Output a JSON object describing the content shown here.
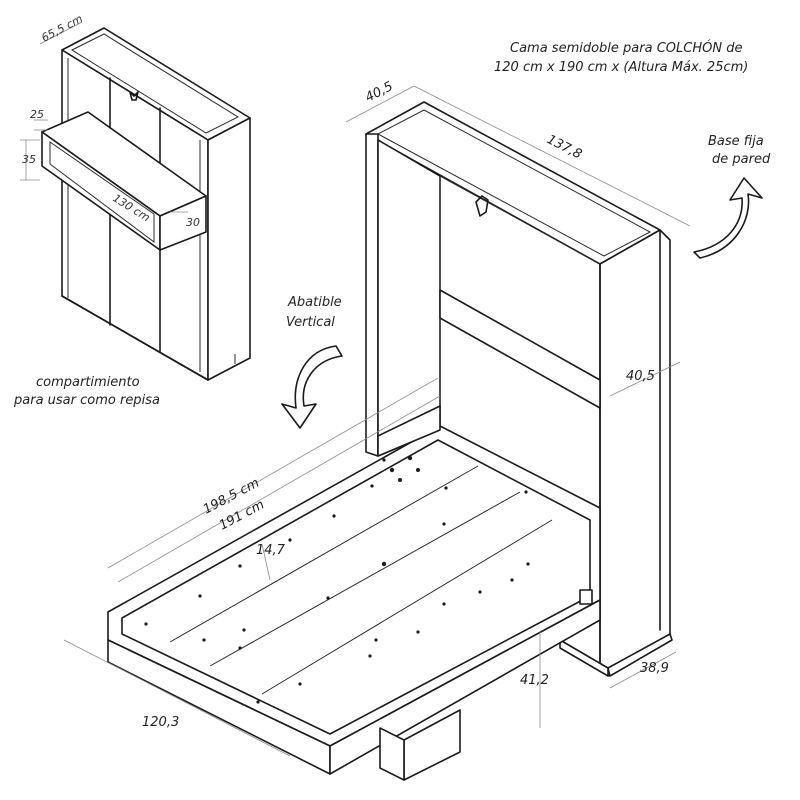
{
  "diagram": {
    "title_line1": "Cama semidoble para COLCHÓN de",
    "title_line2": "120 cm x 190 cm x (Altura Máx. 25cm)",
    "label_base_line1": "Base fija",
    "label_base_line2": "de pared",
    "label_abatible_line1": "Abatible",
    "label_abatible_line2": "Vertical",
    "label_compart_line1": "compartimiento",
    "label_compart_line2": "para usar como repisa",
    "dimensions": {
      "top_depth": "40,5",
      "top_width": "137,8",
      "side_depth": "40,5",
      "bed_outer_length": "198,5 cm",
      "bed_inner_length": "191 cm",
      "headboard_height": "14,7",
      "bed_width": "120,3",
      "leg_height": "41,2",
      "base_depth": "38,9",
      "small_depth": "65,5 cm",
      "shelf_top": "25",
      "shelf_height": "35",
      "shelf_width": "130 cm",
      "shelf_side": "30"
    }
  }
}
